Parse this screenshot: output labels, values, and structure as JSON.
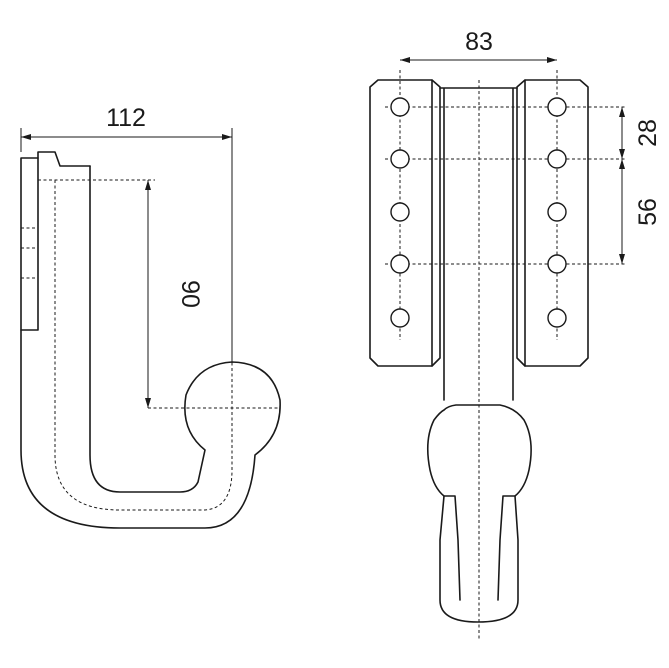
{
  "dimensions": {
    "hook_width": "112",
    "hook_height": "90",
    "plate_hole_spacing": "83",
    "hole_pitch_short": "28",
    "hole_pitch_long": "56"
  }
}
